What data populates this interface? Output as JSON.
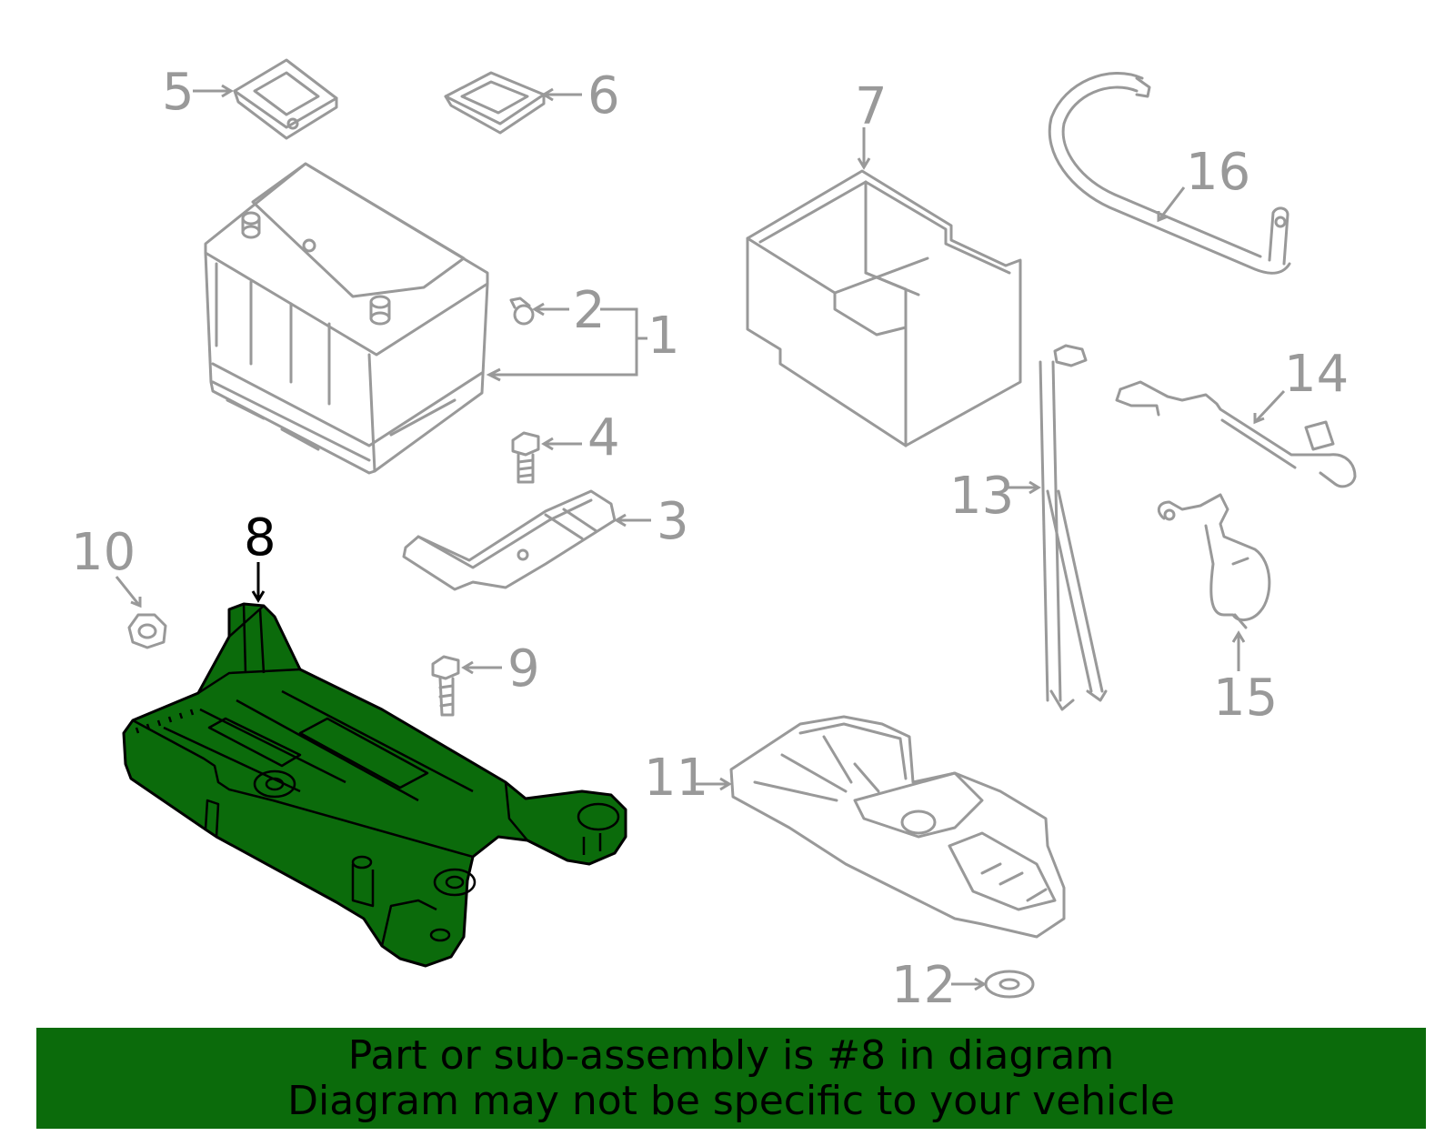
{
  "callouts": {
    "c1": "1",
    "c2": "2",
    "c3": "3",
    "c4": "4",
    "c5": "5",
    "c6": "6",
    "c7": "7",
    "c8": "8",
    "c9": "9",
    "c10": "10",
    "c11": "11",
    "c12": "12",
    "c13": "13",
    "c14": "14",
    "c15": "15",
    "c16": "16"
  },
  "highlight": {
    "part": "8",
    "color": "#0b6b0b"
  },
  "footer": {
    "line1": "Part or sub-assembly is #8 in diagram",
    "line2": "Diagram may not be specific to your vehicle"
  }
}
